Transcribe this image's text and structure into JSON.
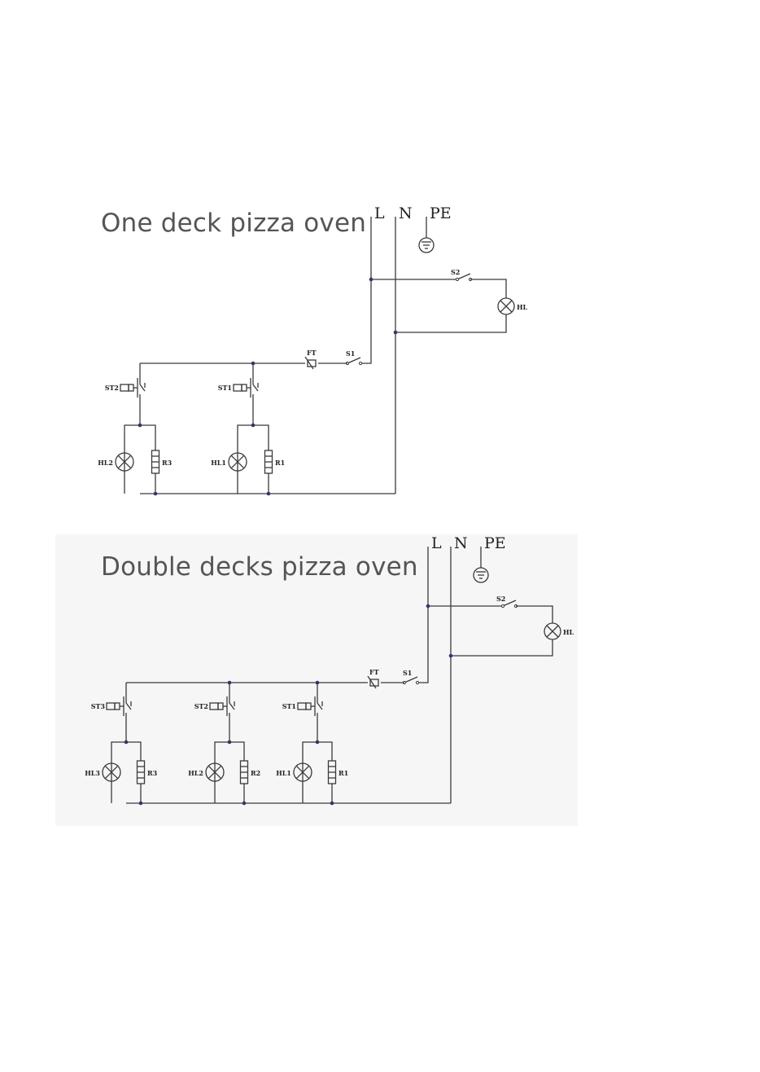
{
  "diagrams": [
    {
      "title": "One deck pizza oven",
      "supply": {
        "line": "L",
        "neutral": "N",
        "earth": "PE"
      },
      "indicator": {
        "switch": "S2",
        "lamp": "HL"
      },
      "main": {
        "fuse": "FT",
        "switch": "S1"
      },
      "branches": [
        {
          "thermostat": "ST2",
          "lamp": "HL2",
          "heater": "R3"
        },
        {
          "thermostat": "ST1",
          "lamp": "HL1",
          "heater": "R1"
        }
      ]
    },
    {
      "title": "Double decks pizza oven",
      "supply": {
        "line": "L",
        "neutral": "N",
        "earth": "PE"
      },
      "indicator": {
        "switch": "S2",
        "lamp": "HL"
      },
      "main": {
        "fuse": "FT",
        "switch": "S1"
      },
      "branches": [
        {
          "thermostat": "ST3",
          "lamp": "HL3",
          "heater": "R3"
        },
        {
          "thermostat": "ST2",
          "lamp": "HL2",
          "heater": "R2"
        },
        {
          "thermostat": "ST1",
          "lamp": "HL1",
          "heater": "R1"
        }
      ]
    }
  ]
}
